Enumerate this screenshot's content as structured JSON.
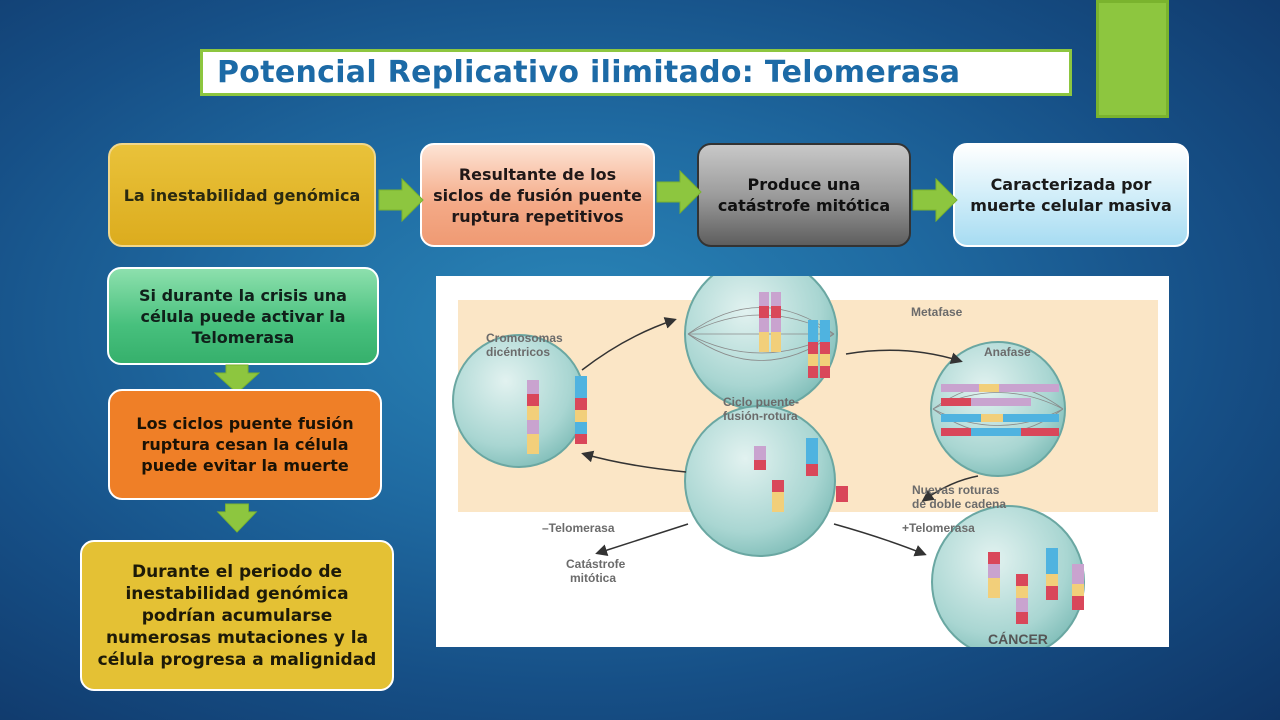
{
  "title": "Potencial Replicativo ilimitado: Telomerasa",
  "flow": {
    "step1": "La inestabilidad genómica",
    "step2": "Resultante de los siclos de fusión puente ruptura repetitivos",
    "step3": "Produce una catástrofe mitótica",
    "step4": "Caracterizada por muerte celular masiva"
  },
  "side": {
    "box1": "Si durante la crisis una célula puede activar la Telomerasa",
    "box2": "Los ciclos puente fusión ruptura cesan la célula puede evitar la muerte",
    "box3": "Durante el periodo de inestabilidad genómica podrían acumularse numerosas mutaciones y la célula progresa a malignidad"
  },
  "figure": {
    "metafase": "Metafase",
    "anafase": "Anafase",
    "cromosomas_1": "Cromosomas",
    "cromosomas_2": "dicéntricos",
    "ciclo_1": "Ciclo puente-",
    "ciclo_2": "fusión-rotura",
    "nuevas_1": "Nuevas roturas",
    "nuevas_2": "de doble cadena",
    "minus_telomerasa": "–Telomerasa",
    "plus_telomerasa": "+Telomerasa",
    "catastrofe_1": "Catástrofe",
    "catastrofe_2": "mitótica",
    "cancer": "CÁNCER"
  },
  "colors": {
    "accent_green": "#8dc63f",
    "title_blue": "#1c6aa6",
    "cell_fill": "#b8dedb",
    "chrom_purple": "#c9a3cf",
    "chrom_red": "#d9475a",
    "chrom_blue": "#4fb3e0",
    "chrom_yellow": "#f2cf7a"
  }
}
